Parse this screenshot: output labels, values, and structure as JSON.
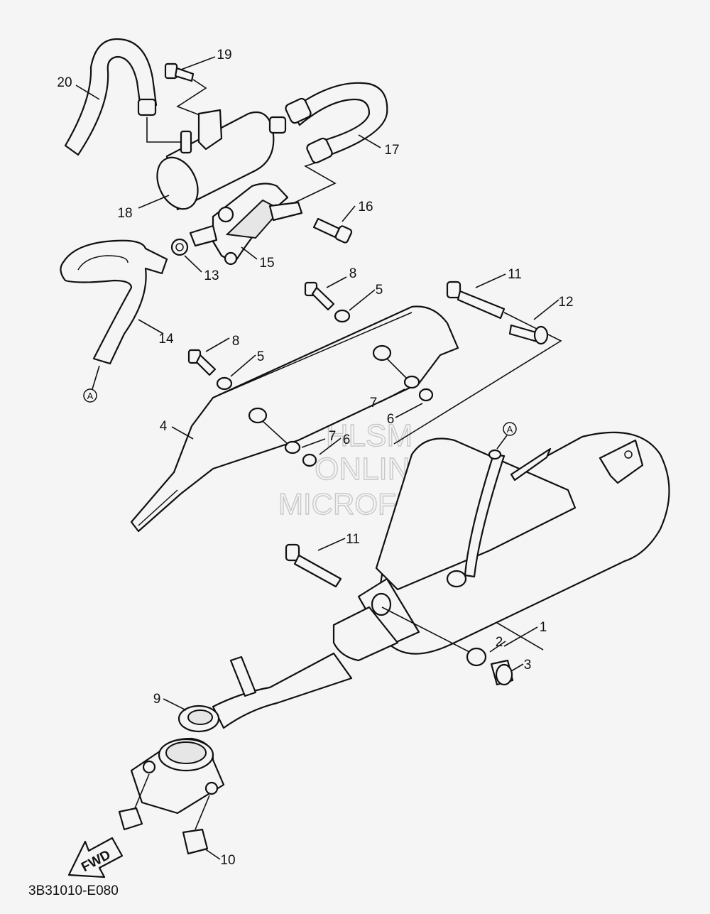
{
  "diagram": {
    "code": "3B31010-E080",
    "fwd_label": "FWD",
    "ref_marker": "A",
    "watermark": [
      "HLSM",
      "ONLINE",
      "MICROFICHE"
    ],
    "callouts": [
      {
        "id": "20",
        "text": "20"
      },
      {
        "id": "19",
        "text": "19"
      },
      {
        "id": "17",
        "text": "17"
      },
      {
        "id": "18",
        "text": "18"
      },
      {
        "id": "16",
        "text": "16"
      },
      {
        "id": "15",
        "text": "15"
      },
      {
        "id": "13",
        "text": "13"
      },
      {
        "id": "14",
        "text": "14"
      },
      {
        "id": "8a",
        "text": "8"
      },
      {
        "id": "5a",
        "text": "5"
      },
      {
        "id": "11a",
        "text": "11"
      },
      {
        "id": "12",
        "text": "12"
      },
      {
        "id": "8b",
        "text": "8"
      },
      {
        "id": "5b",
        "text": "5"
      },
      {
        "id": "7a",
        "text": "7"
      },
      {
        "id": "6a",
        "text": "6"
      },
      {
        "id": "4",
        "text": "4"
      },
      {
        "id": "7b",
        "text": "7"
      },
      {
        "id": "6b",
        "text": "6"
      },
      {
        "id": "11b",
        "text": "11"
      },
      {
        "id": "1",
        "text": "1"
      },
      {
        "id": "2",
        "text": "2"
      },
      {
        "id": "3",
        "text": "3"
      },
      {
        "id": "9",
        "text": "9"
      },
      {
        "id": "10",
        "text": "10"
      }
    ]
  }
}
